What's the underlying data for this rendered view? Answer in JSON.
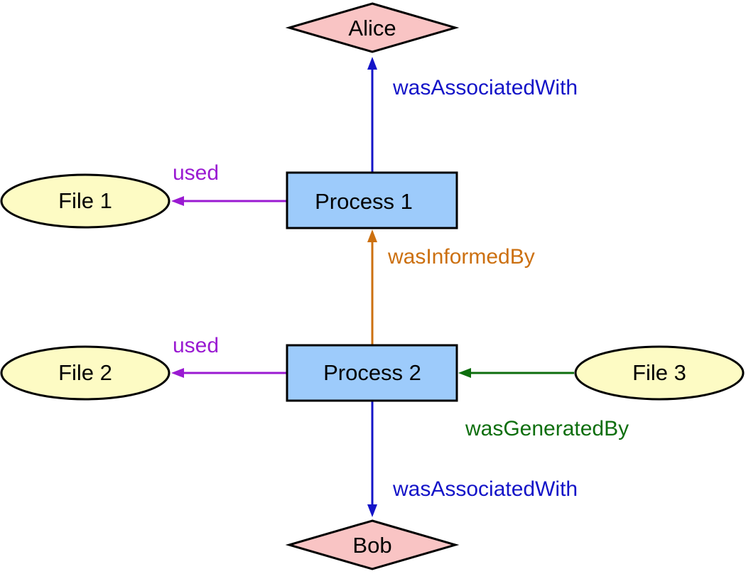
{
  "nodes": {
    "alice": {
      "label": "Alice",
      "shape": "diamond",
      "fill": "#f9c4c4"
    },
    "bob": {
      "label": "Bob",
      "shape": "diamond",
      "fill": "#f9c4c4"
    },
    "process1": {
      "label": "Process 1",
      "shape": "rectangle",
      "fill": "#9dcbfb"
    },
    "process2": {
      "label": "Process 2",
      "shape": "rectangle",
      "fill": "#9dcbfb"
    },
    "file1": {
      "label": "File 1",
      "shape": "ellipse",
      "fill": "#fdfbc4"
    },
    "file2": {
      "label": "File 2",
      "shape": "ellipse",
      "fill": "#fdfbc4"
    },
    "file3": {
      "label": "File 3",
      "shape": "ellipse",
      "fill": "#fdfbc4"
    }
  },
  "edges": {
    "p1_alice": {
      "label": "wasAssociatedWith",
      "color": "#1414c8"
    },
    "p1_file1": {
      "label": "used",
      "color": "#9a1ad2"
    },
    "p2_p1": {
      "label": "wasInformedBy",
      "color": "#cc7010"
    },
    "p2_file2": {
      "label": "used",
      "color": "#9a1ad2"
    },
    "file3_p2": {
      "label": "wasGeneratedBy",
      "color": "#0d6e0d"
    },
    "p2_bob": {
      "label": "wasAssociatedWith",
      "color": "#1414c8"
    }
  }
}
